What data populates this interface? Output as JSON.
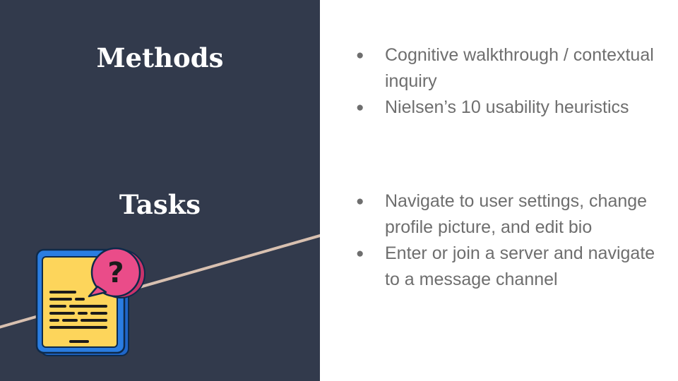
{
  "slide": {
    "colors": {
      "left_panel": "#323a4c",
      "right_panel": "#ffffff",
      "divider_line": "#d8c0b0",
      "heading_text": "#ffffff",
      "body_text": "#6e6e6e",
      "doc_fill": "#fdd55b",
      "doc_border": "#2a7de1",
      "bubble_fill": "#ea4c89"
    },
    "methods": {
      "heading": "Methods",
      "bullet_symbol": "●",
      "items": [
        "Cognitive walkthrough / contextual inquiry",
        "Nielsen’s 10 usability heuristics"
      ]
    },
    "tasks": {
      "heading": "Tasks",
      "bullet_symbol": "●",
      "items": [
        "Navigate to user settings, change profile picture, and edit bio",
        "Enter or join a server and navigate to a message channel"
      ]
    },
    "illustration": {
      "icon": "document-question-icon",
      "bubble_glyph": "?"
    }
  }
}
